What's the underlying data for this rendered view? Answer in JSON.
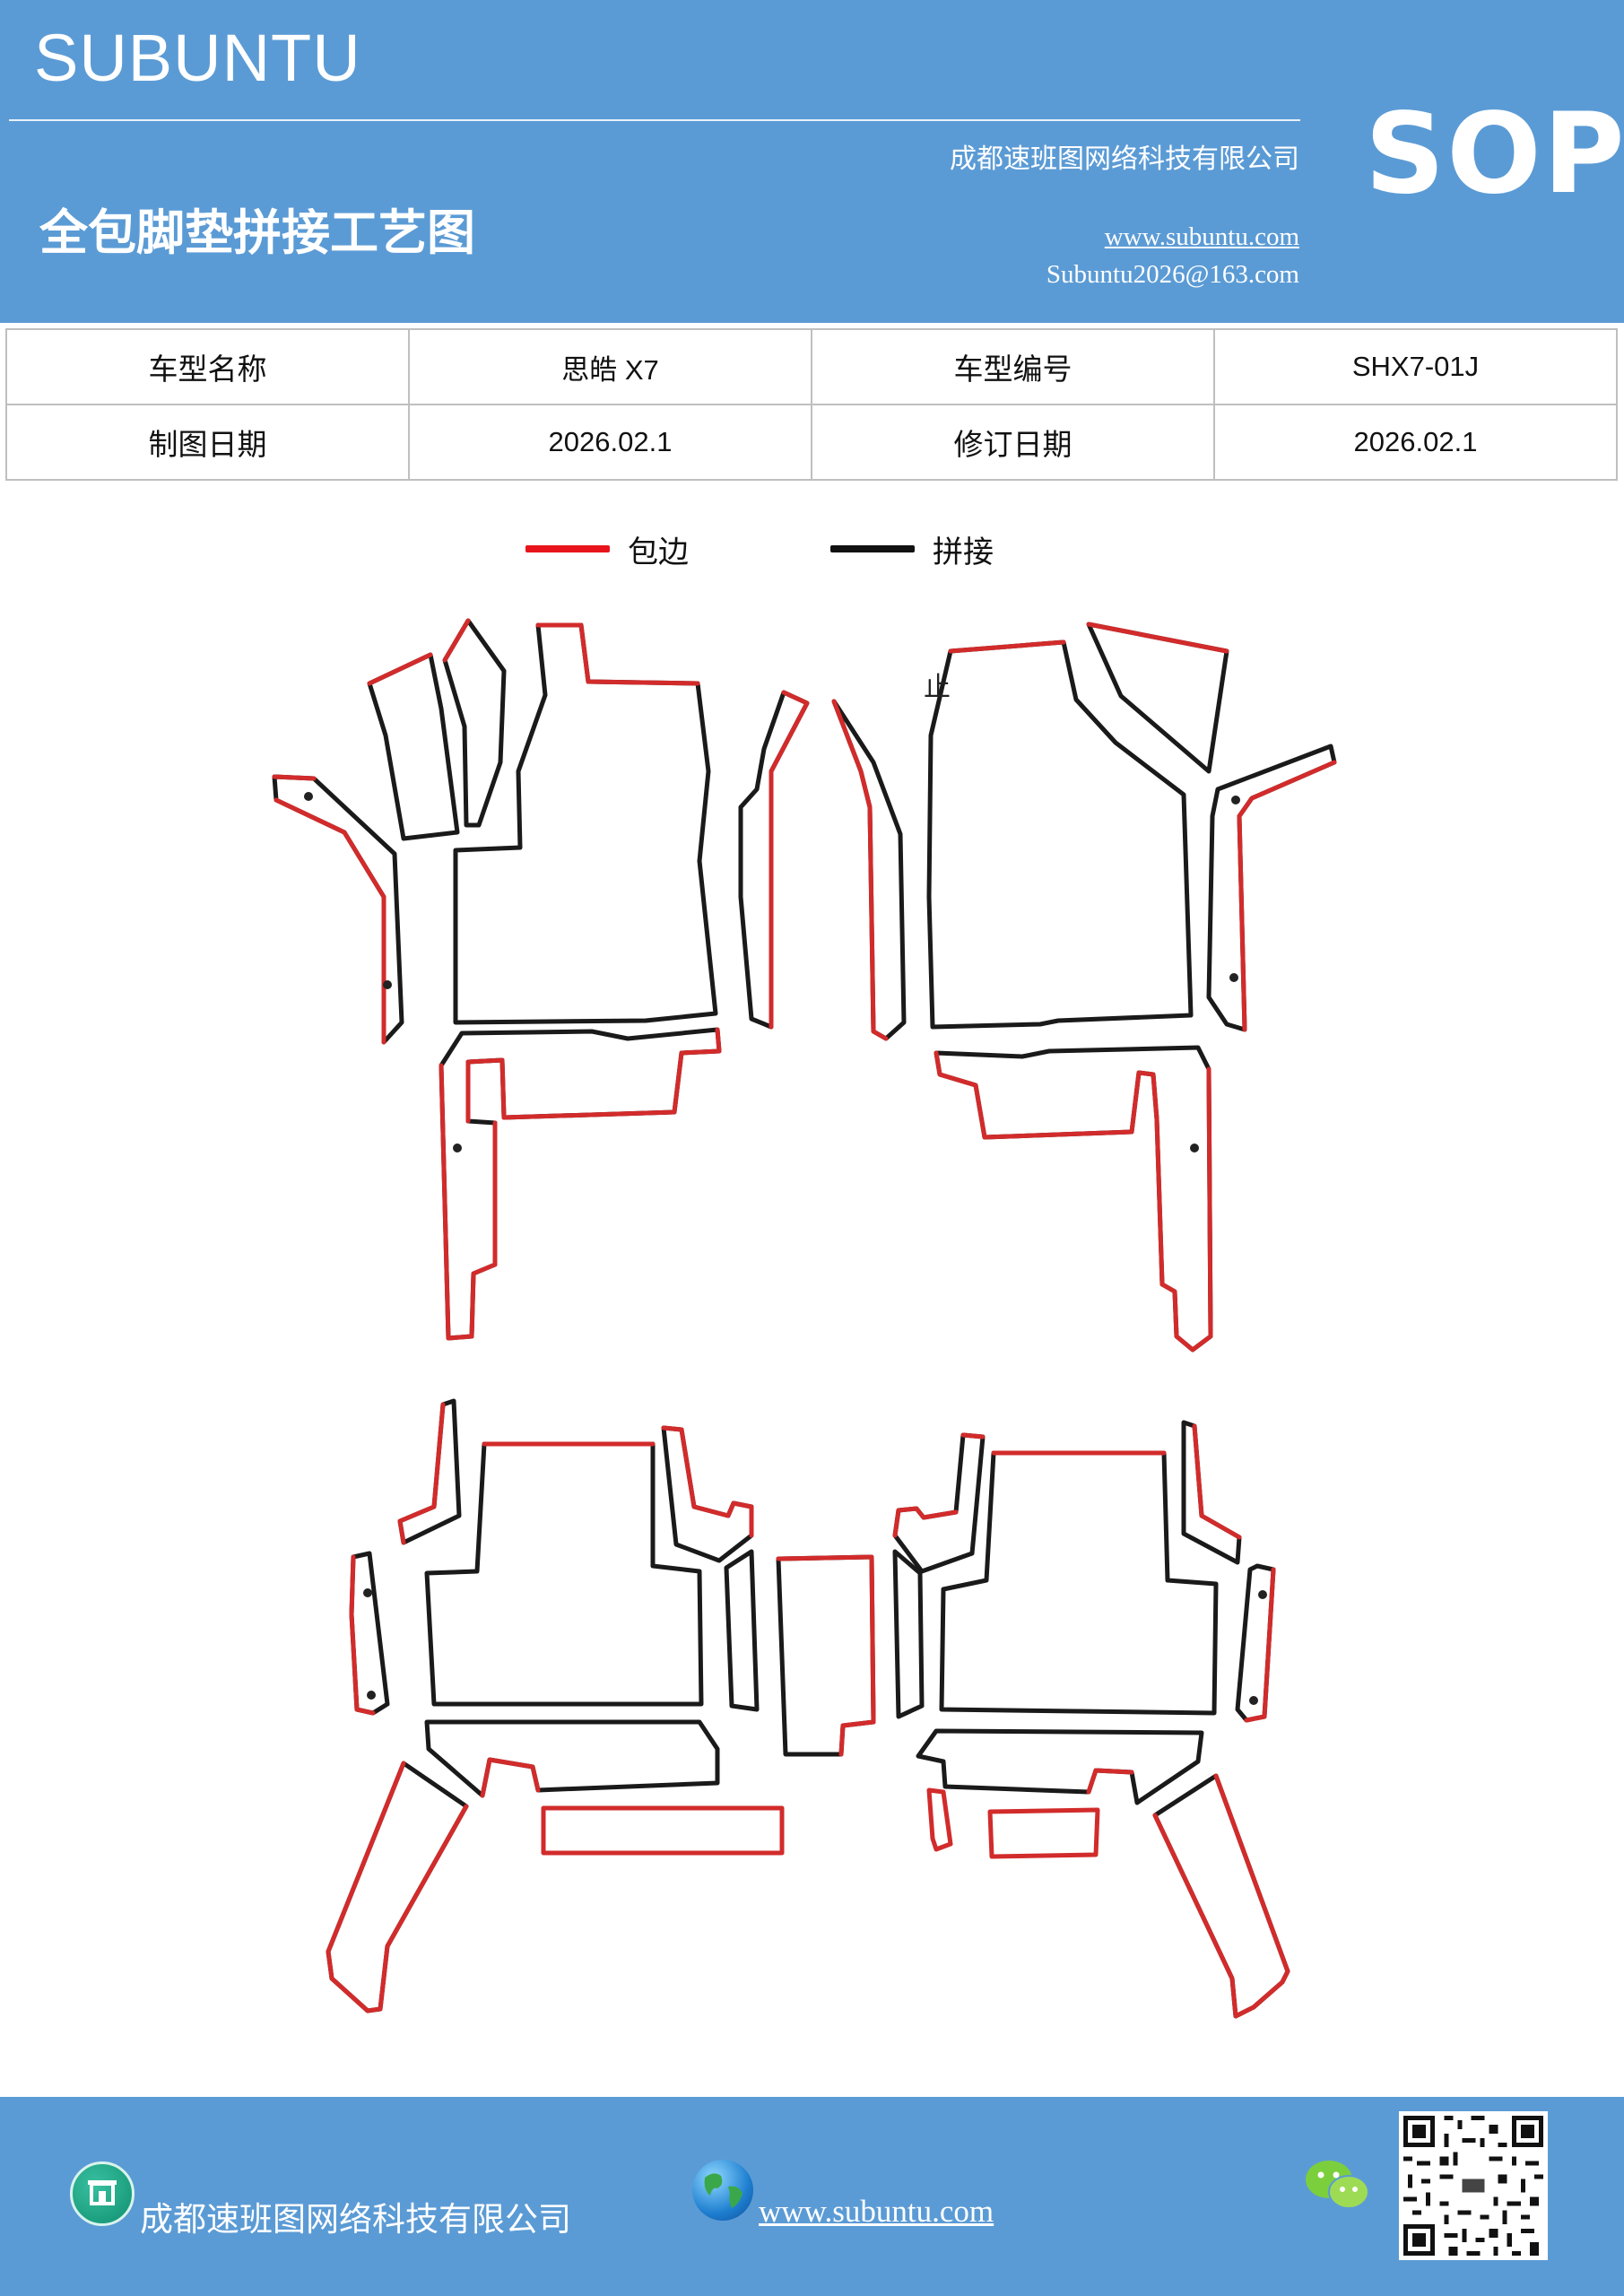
{
  "header": {
    "brand": "SUBUNTU",
    "sop": "SOP",
    "company": "成都速班图网络科技有限公司",
    "title": "全包脚垫拼接工艺图",
    "website": "www.subuntu.com",
    "email": "Subuntu2026@163.com"
  },
  "info_table": {
    "model_name_label": "车型名称",
    "model_name_value": "思皓 X7",
    "model_code_label": "车型编号",
    "model_code_value": "SHX7-01J",
    "drawing_date_label": "制图日期",
    "drawing_date_value": "2026.02.1",
    "revision_date_label": "修订日期",
    "revision_date_value": "2026.02.1"
  },
  "legend": [
    {
      "label": "包边",
      "color": "#e8141c"
    },
    {
      "label": "拼接",
      "color": "#111111"
    }
  ],
  "diagram": {
    "mark_label": "止",
    "edge_color": "#d22b2b",
    "seam_color": "#1a1a1a"
  },
  "footer": {
    "company": "成都速班图网络科技有限公司",
    "website": "www.subuntu.com",
    "icons": [
      "building-icon",
      "globe-icon",
      "wechat-icon",
      "qr-code"
    ]
  },
  "colors": {
    "header_bg": "#5b9bd5",
    "text_on_blue": "#ffffff"
  }
}
